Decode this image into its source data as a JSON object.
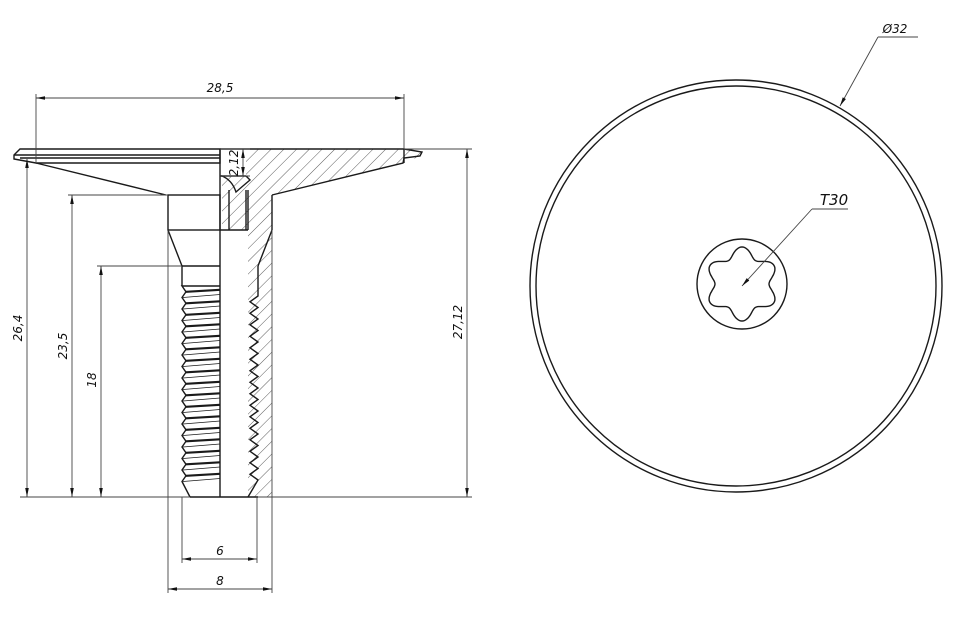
{
  "drawing": {
    "type": "technical-drawing",
    "subject": "countersunk torx screw with large flange head",
    "stroke_color": "#1a1a1a",
    "background": "#ffffff"
  },
  "side_view": {
    "dimensions": {
      "overall_head_width": "28,5",
      "head_recess_depth": "2,12",
      "total_length_left": "26,4",
      "shank_length": "23,5",
      "thread_length": "18",
      "total_length_right": "27,12",
      "thread_minor_diameter": "6",
      "thread_major_diameter": "8"
    }
  },
  "top_view": {
    "dimensions": {
      "head_diameter": "Ø32",
      "drive_type": "T30"
    }
  }
}
